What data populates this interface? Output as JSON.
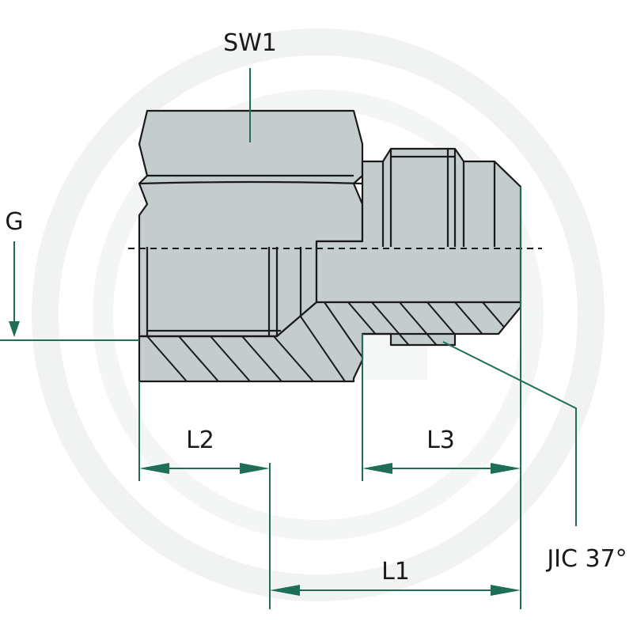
{
  "drawing": {
    "labels": {
      "sw1": "SW1",
      "g": "G",
      "l1": "L1",
      "l2": "L2",
      "l3": "L3",
      "jic": "JIC 37°"
    },
    "colors": {
      "metal": "#c4ccce",
      "outline": "#1a1a1a",
      "dimension": "#1e6e58",
      "watermark": "#f1f3f3"
    },
    "icons": {
      "watermark": "watermark-logo-icon"
    }
  }
}
